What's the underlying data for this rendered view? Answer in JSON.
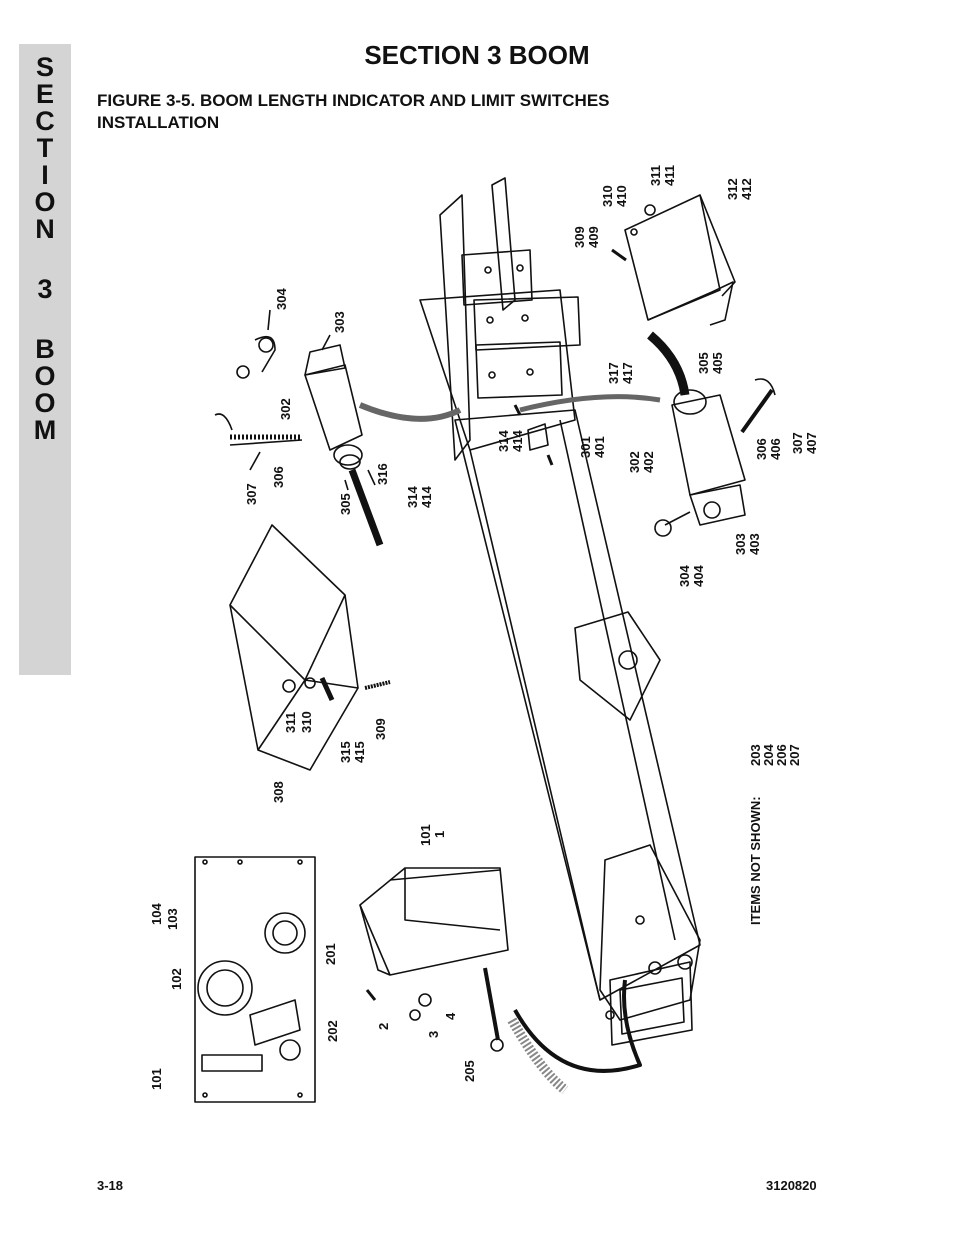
{
  "side_tab": {
    "letters": [
      "S",
      "E",
      "C",
      "T",
      "I",
      "O",
      "N",
      "3",
      "B",
      "O",
      "O",
      "M"
    ]
  },
  "header": {
    "title": "SECTION 3  BOOM"
  },
  "figure": {
    "title_line1": "FIGURE 3-5.    BOOM LENGTH INDICATOR AND LIMIT SWITCHES",
    "title_line2": "INSTALLATION"
  },
  "callouts": {
    "c304": "304",
    "c303": "303",
    "c302": "302",
    "c307": "307",
    "c306": "306",
    "c305": "305",
    "c316": "316",
    "c314": "314",
    "c414": "414",
    "c309": "309",
    "c409": "409",
    "c310": "310",
    "c410": "410",
    "c311": "311",
    "c411": "411",
    "c312": "312",
    "c412": "412",
    "c317": "317",
    "c417": "417",
    "r305": "305",
    "r405": "405",
    "m314": "314",
    "m414": "414",
    "c301": "301",
    "c401": "401",
    "r302": "302",
    "r402": "402",
    "r306": "306",
    "r406": "406",
    "r307": "307",
    "r407": "407",
    "r303": "303",
    "r403": "403",
    "r304": "304",
    "r404": "404",
    "s311": "311",
    "s310": "310",
    "s315": "315",
    "s415": "415",
    "s309": "309",
    "s308": "308",
    "b101": "101",
    "b1": "1",
    "b104": "104",
    "b103": "103",
    "b102": "102",
    "b201": "201",
    "b202": "202",
    "b101b": "101",
    "b2": "2",
    "b3": "3",
    "b4": "4",
    "b205": "205"
  },
  "not_shown": {
    "label": "ITEMS NOT SHOWN:",
    "items": [
      "203",
      "204",
      "206",
      "207"
    ]
  },
  "footer": {
    "page": "3-18",
    "doc_number": "3120820"
  }
}
